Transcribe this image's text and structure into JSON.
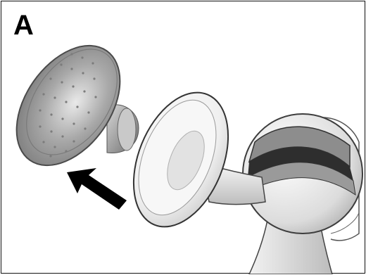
{
  "panel": {
    "label": "A"
  },
  "illustration": {
    "parts": [
      "silicone-massage-cushion",
      "breast-shield-funnel",
      "pump-body"
    ],
    "action": "cushion-inserts-into-funnel",
    "arrow_icon": "arrow-up-left-icon",
    "colors": {
      "cushion": "#8f8f8f",
      "funnel": "#f2f2f2",
      "body": "#e8e8e8",
      "band": "#8a8a8a",
      "arrow": "#000000"
    }
  }
}
